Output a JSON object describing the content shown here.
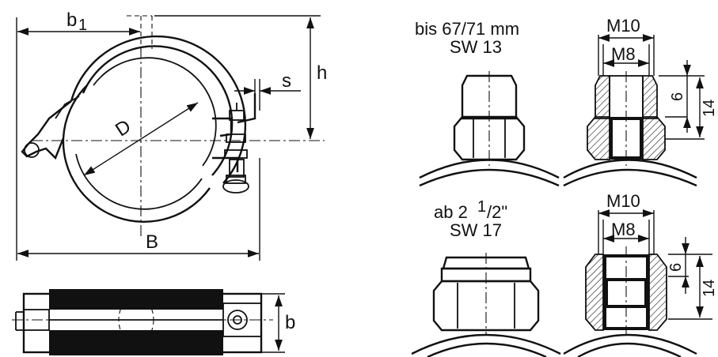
{
  "labels": {
    "b1_main": "b",
    "b1_sub": "1",
    "h": "h",
    "s": "s",
    "D": "D",
    "B": "B",
    "b": "b",
    "upper_size": "bis 67/71 mm",
    "upper_sw": "SW 13",
    "lower_size_prefix": "ab 2 ",
    "lower_size_num": "1",
    "lower_size_den": "/2\"",
    "lower_sw": "SW 17",
    "upper_m10": "M10",
    "upper_m8": "M8",
    "upper_6": "6",
    "upper_14": "14",
    "lower_m10": "M10",
    "lower_m8": "M8",
    "lower_6": "6",
    "lower_14": "14"
  }
}
